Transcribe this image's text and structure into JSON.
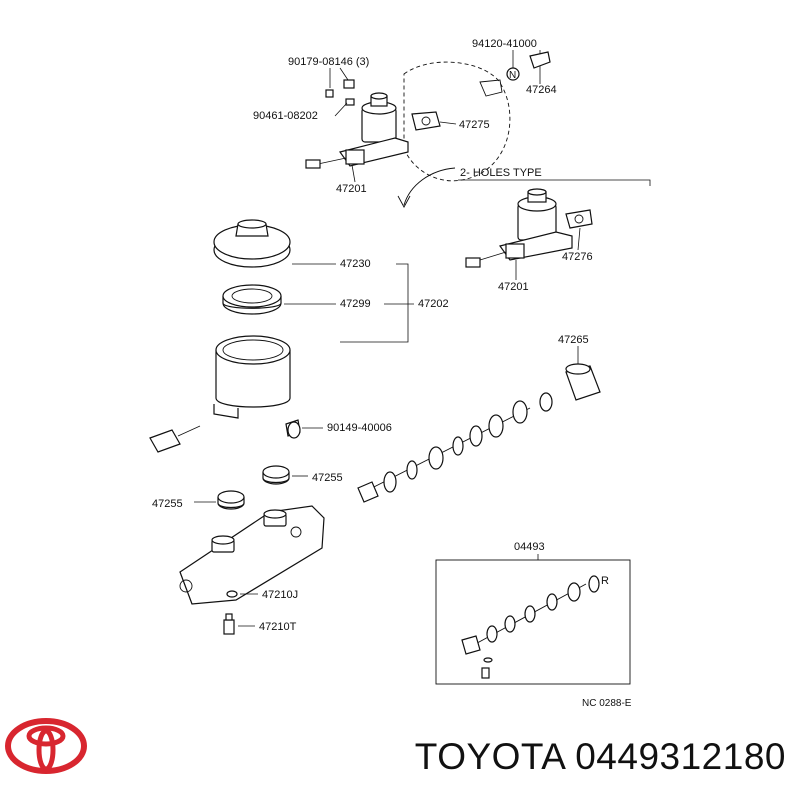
{
  "diagram": {
    "labels": {
      "p90179": "90179-08146 (3)",
      "p94120": "94120-41000",
      "p47264": "47264",
      "p90461": "90461-08202",
      "p47275": "47275",
      "p47201a": "47201",
      "holes_type": "2- HOLES TYPE",
      "p47276": "47276",
      "p47201b": "47201",
      "p47230": "47230",
      "p47299": "47299",
      "p47202": "47202",
      "p47265": "47265",
      "p90149": "90149-40006",
      "p47255a": "47255",
      "p47255b": "47255",
      "p04493": "04493",
      "p47210j": "47210J",
      "p47210t": "47210T",
      "ref_code": "NC 0288-E",
      "kit_mark": "R"
    }
  },
  "footer": {
    "brand": "TOYOTA",
    "part_number": "0449312180",
    "brand_color": "#d8262f"
  }
}
